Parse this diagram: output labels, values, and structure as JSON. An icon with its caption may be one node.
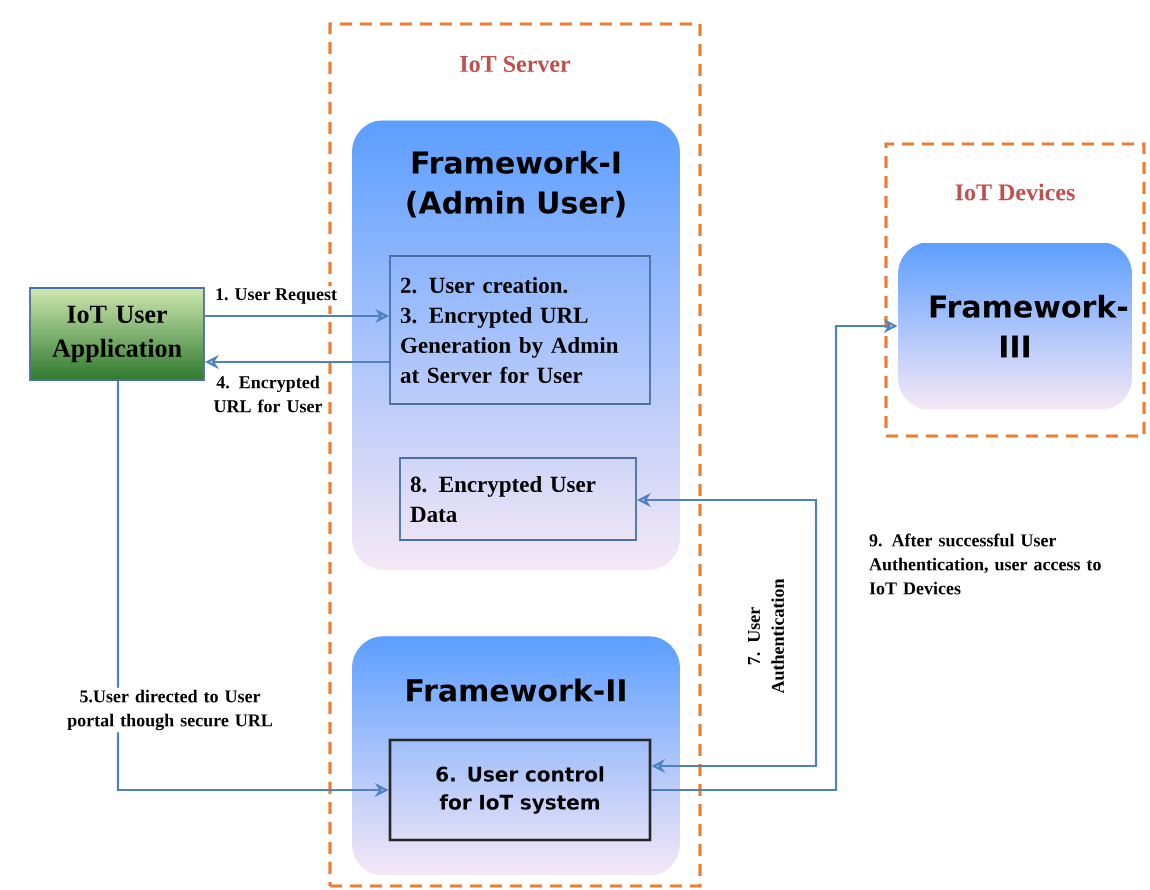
{
  "diagram": {
    "nodes": [
      {
        "text": [
          "IoT Server"
        ]
      },
      {
        "text": [
          "Framework-I (Admin User)"
        ],
        "in": 0
      },
      {
        "text": [
          "2. User creation.",
          "3. Encrypted URL Generation by Admin at Server for User"
        ],
        "in": 1
      },
      {
        "text": [
          "8. Encrypted User Data"
        ],
        "in": 1
      },
      {
        "text": [
          "Framework-II"
        ],
        "in": 0
      },
      {
        "text": [
          "6. User control for IoT system"
        ],
        "in": 4
      },
      {
        "text": [
          "IoT Devices"
        ]
      },
      {
        "text": [
          "Framework-III"
        ],
        "in": 6
      },
      {
        "text": [
          "IoT User Application"
        ]
      }
    ],
    "edges": [
      {
        "from": 8,
        "to": 2,
        "arrow": "to",
        "label": "1. User Request"
      },
      {
        "from": 2,
        "to": 8,
        "arrow": "to",
        "label": "4. Encrypted URL for User"
      },
      {
        "from": 8,
        "to": 5,
        "arrow": "to",
        "label": "5.User directed to User portal though secure URL"
      },
      {
        "from": 3,
        "to": 5,
        "arrow": "both",
        "label": "7. User Authentication"
      },
      {
        "from": 5,
        "to": 7,
        "arrow": "to",
        "label": "9. After successful User Authentication, user access to IoT Devices"
      }
    ]
  }
}
